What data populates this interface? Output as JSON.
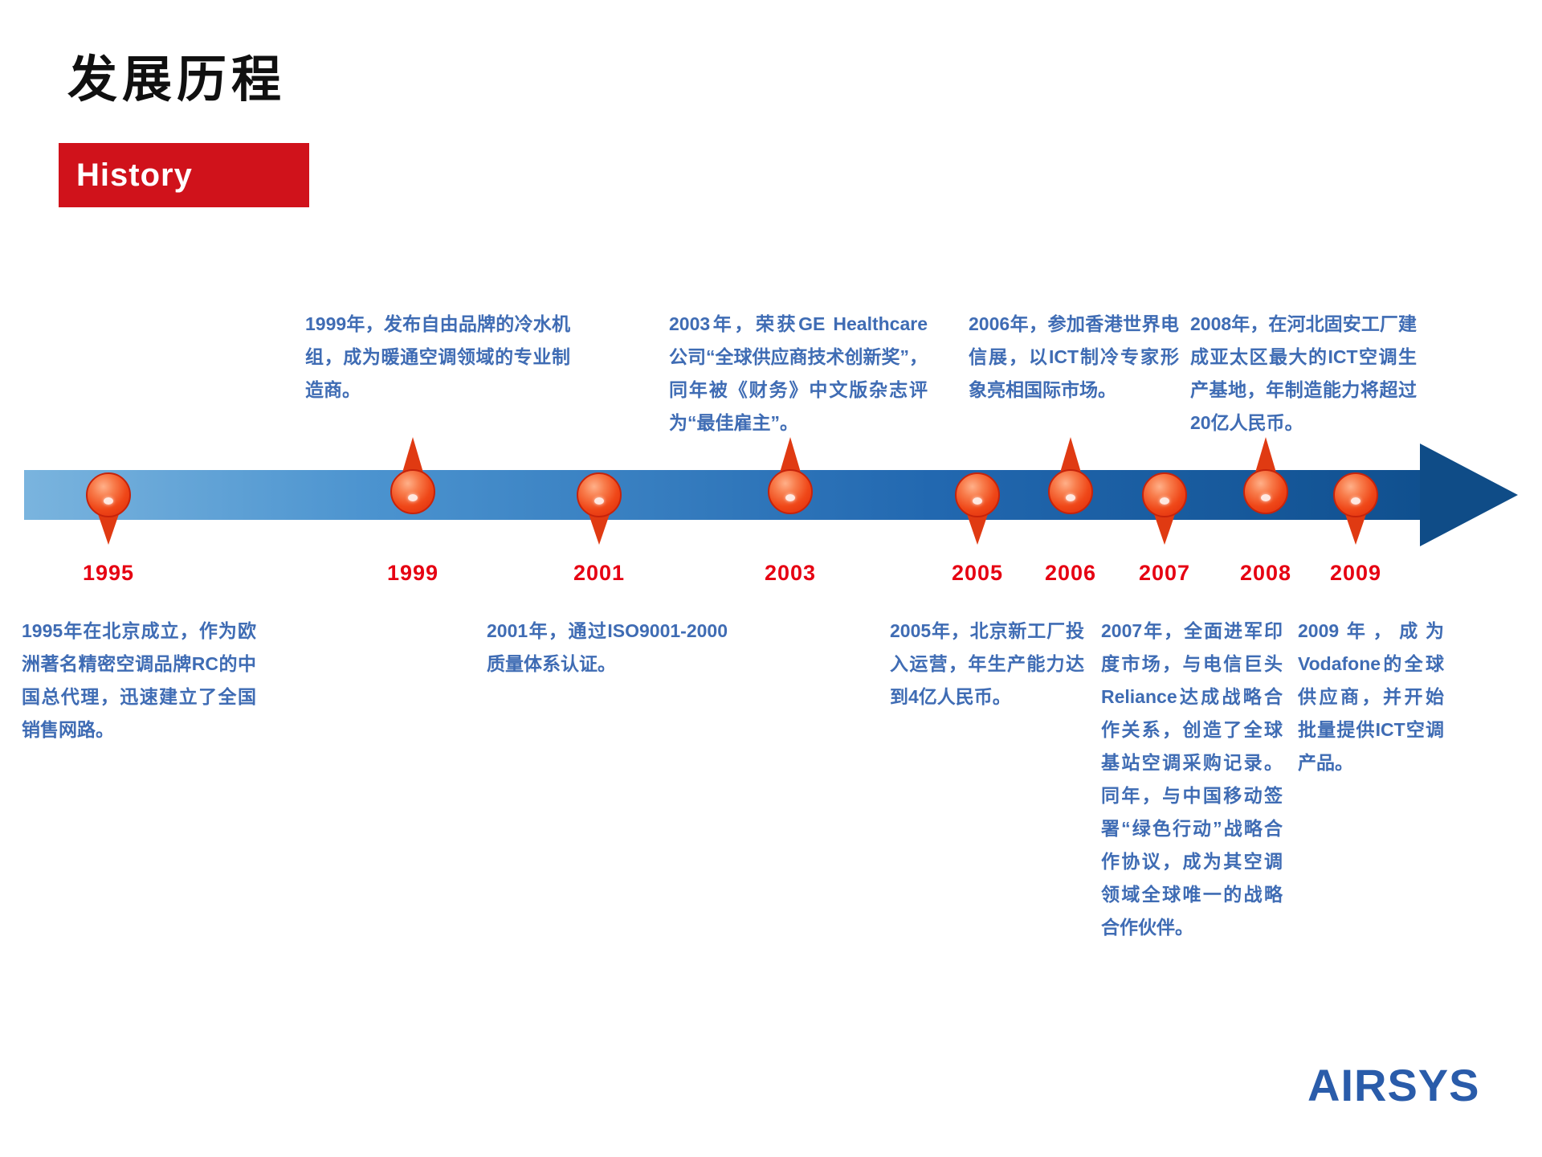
{
  "page": {
    "title": "发展历程",
    "banner_label": "History",
    "logo": "AIRSYS"
  },
  "colors": {
    "banner_bg": "#d0121b",
    "year_label_red": "#e60012",
    "body_text_blue": "#3f6cb4",
    "timeline_gradient_start": "#7ab4de",
    "timeline_gradient_end": "#0f4c87",
    "pin_red": "#e03a12"
  },
  "timeline": {
    "events": [
      {
        "year": "1995",
        "side": "below",
        "desc": "1995年在北京成立，作为欧洲著名精密空调品牌RC的中国总代理，迅速建立了全国销售网路。"
      },
      {
        "year": "1999",
        "side": "above",
        "desc": "1999年，发布自由品牌的冷水机组，成为暖通空调领域的专业制造商。"
      },
      {
        "year": "2001",
        "side": "below",
        "desc": "2001年，通过ISO9001-2000质量体系认证。"
      },
      {
        "year": "2003",
        "side": "above",
        "desc": "2003年，荣获GE Healthcare公司“全球供应商技术创新奖”，同年被《财务》中文版杂志评为“最佳雇主”。"
      },
      {
        "year": "2005",
        "side": "below",
        "desc": "2005年，北京新工厂投入运营，年生产能力达到4亿人民币。"
      },
      {
        "year": "2006",
        "side": "above",
        "desc": "2006年，参加香港世界电信展，以ICT制冷专家形象亮相国际市场。"
      },
      {
        "year": "2007",
        "side": "below",
        "desc": "2007年，全面进军印度市场，与电信巨头Reliance达成战略合作关系，创造了全球基站空调采购记录。同年，与中国移动签署“绿色行动”战略合作协议，成为其空调领域全球唯一的战略合作伙伴。"
      },
      {
        "year": "2008",
        "side": "above",
        "desc": "2008年，在河北固安工厂建成亚太区最大的ICT空调生产基地，年制造能力将超过20亿人民币。"
      },
      {
        "year": "2009",
        "side": "below",
        "desc": "2009年，成为Vodafone的全球供应商，并开始批量提供ICT空调产品。"
      }
    ]
  }
}
